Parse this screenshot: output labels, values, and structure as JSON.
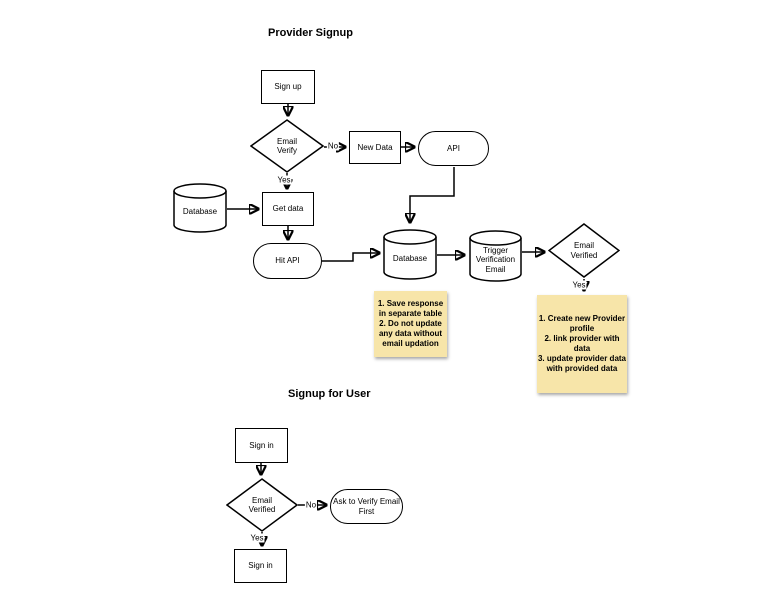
{
  "diagram": {
    "colors": {
      "note_fill": "#F7E5A9",
      "stroke": "#000000",
      "shape_fill": "#FFFFFF"
    },
    "provider": {
      "title": "Provider Signup",
      "nodes": {
        "sign_up": "Sign up",
        "email_verify": "Email\nVerify",
        "new_data": "New Data",
        "api": "API",
        "database_source": "Database",
        "get_data": "Get data",
        "hit_api": "Hit API",
        "database_main": "Database",
        "trigger_email": "Trigger\nVerification\nEmail",
        "email_verified": "Email\nVerified"
      },
      "notes": {
        "save_response": "1. Save response\nin separate table\n2. Do not update\nany data without\nemail updation",
        "create_profile": "1. Create new Provider\nprofile\n2. link provider with data\n3. update provider data\nwith provided data"
      }
    },
    "user": {
      "title": "Signup for User",
      "nodes": {
        "sign_in": "Sign in",
        "email_verified": "Email\nVerified",
        "ask_verify": "Ask to Verify Email\nFirst",
        "sign_in_done": "Sign in"
      }
    },
    "edge_labels": {
      "yes": "Yes",
      "no": "No"
    }
  }
}
